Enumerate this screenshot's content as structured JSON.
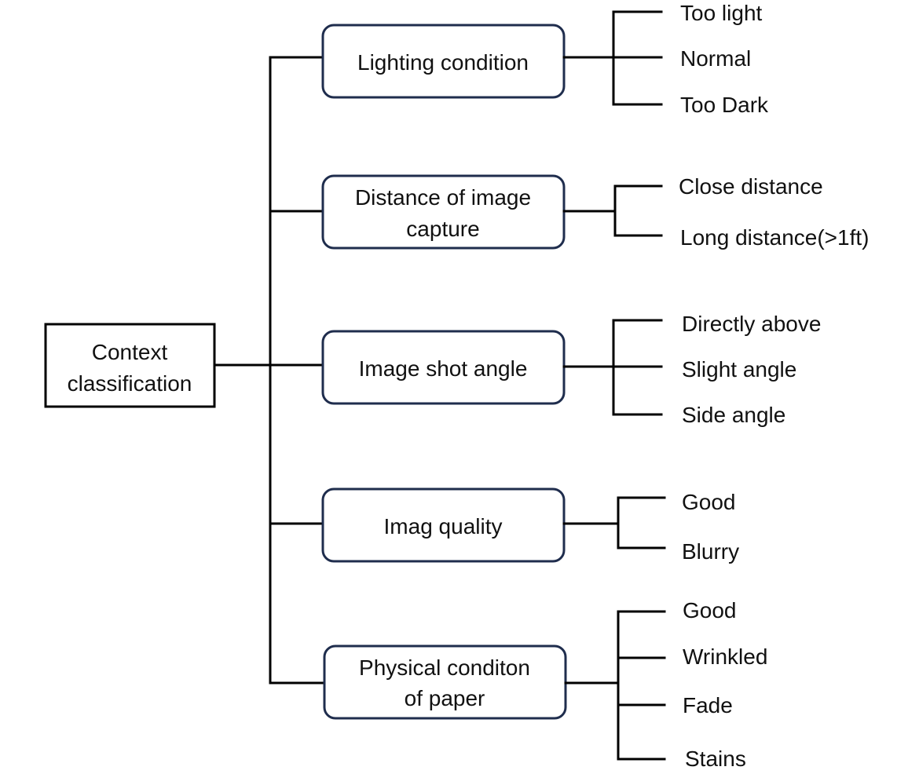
{
  "colors": {
    "line": "#000000",
    "category_border": "#1f2d4d",
    "text": "#111111",
    "background": "#ffffff"
  },
  "root": {
    "lines": [
      "Context",
      "classification"
    ]
  },
  "categories": [
    {
      "lines": [
        "Lighting condition"
      ],
      "options": [
        "Too light",
        "Normal",
        "Too Dark"
      ]
    },
    {
      "lines": [
        "Distance of image",
        "capture"
      ],
      "options": [
        "Close distance",
        "Long distance(>1ft)"
      ]
    },
    {
      "lines": [
        "Image shot angle"
      ],
      "options": [
        "Directly above",
        "Slight angle",
        "Side angle"
      ]
    },
    {
      "lines": [
        "Imag quality"
      ],
      "options": [
        "Good",
        "Blurry"
      ]
    },
    {
      "lines": [
        "Physical conditon",
        "of paper"
      ],
      "options": [
        "Good",
        "Wrinkled",
        "Fade",
        "Stains"
      ]
    }
  ]
}
